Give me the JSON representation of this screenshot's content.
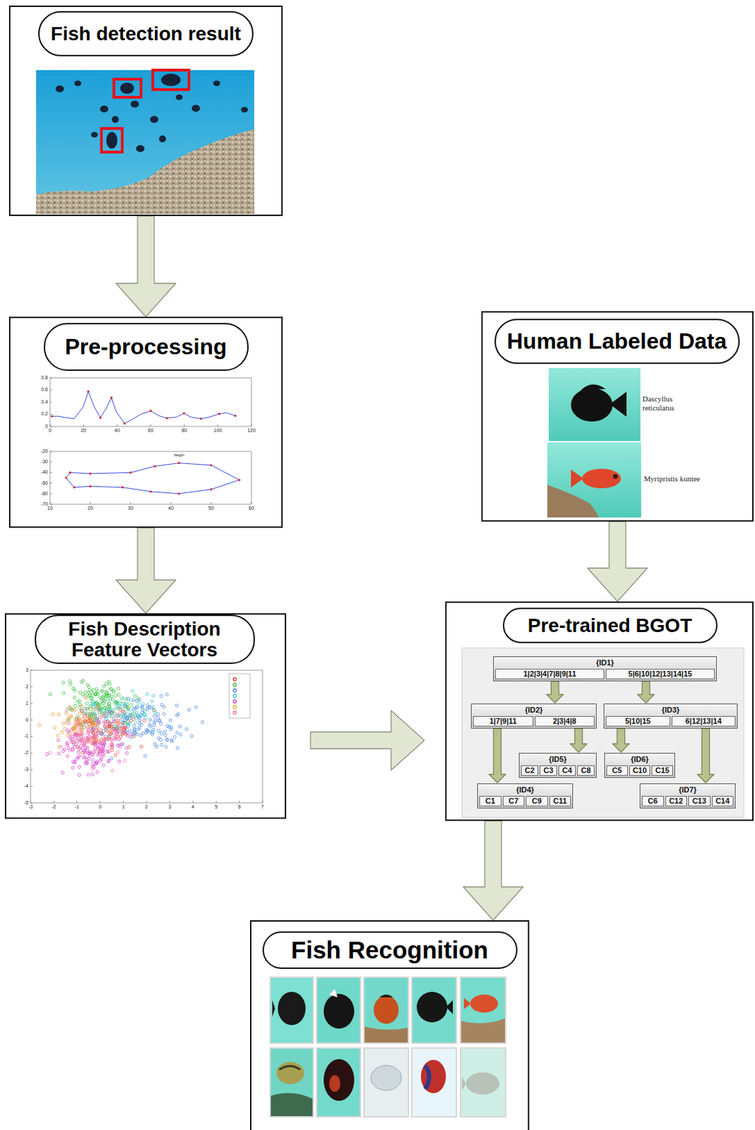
{
  "diagram": {
    "nodes": [
      {
        "text": [
          "Fish detection result"
        ]
      },
      {
        "text": [
          "Pre-processing"
        ]
      },
      {
        "text": [
          "Human Labeled Data"
        ]
      },
      {
        "text": [
          "Fish Description Feature Vectors"
        ]
      },
      {
        "text": [
          "Pre-trained BGOT"
        ]
      },
      {
        "text": [
          "{ID1}",
          "1|2|3|4|7|8|9|11",
          "5|6|10|12|13|14|15"
        ],
        "in": 4
      },
      {
        "text": [
          "{ID2}",
          "1|7|9|11",
          "2|3|4|8"
        ],
        "in": 4
      },
      {
        "text": [
          "{ID3}",
          "5|10|15",
          "6|12|13|14"
        ],
        "in": 4
      },
      {
        "text": [
          "{ID5}",
          "C2",
          "C3",
          "C4",
          "C8"
        ],
        "in": 4
      },
      {
        "text": [
          "{ID6}",
          "C5",
          "C10",
          "C15"
        ],
        "in": 4
      },
      {
        "text": [
          "{ID4}",
          "C1",
          "C7",
          "C9",
          "C11"
        ],
        "in": 4
      },
      {
        "text": [
          "{ID7}",
          "C6",
          "C12",
          "C13",
          "C14"
        ],
        "in": 4
      },
      {
        "text": [
          "Fish Recognition"
        ]
      }
    ],
    "edges": [
      {
        "from": 0,
        "to": 1,
        "arrow": "to"
      },
      {
        "from": 1,
        "to": 3,
        "arrow": "to"
      },
      {
        "from": 3,
        "to": 4,
        "arrow": "to"
      },
      {
        "from": 2,
        "to": 4,
        "arrow": "to"
      },
      {
        "from": 5,
        "to": 6,
        "arrow": "to"
      },
      {
        "from": 5,
        "to": 7,
        "arrow": "to"
      },
      {
        "from": 6,
        "to": 10,
        "arrow": "to"
      },
      {
        "from": 6,
        "to": 8,
        "arrow": "to"
      },
      {
        "from": 7,
        "to": 9,
        "arrow": "to"
      },
      {
        "from": 7,
        "to": 11,
        "arrow": "to"
      },
      {
        "from": 4,
        "to": 12,
        "arrow": "to"
      }
    ],
    "labels": [
      "Dascyllus reticulatus",
      "Myripristis kuntee",
      "begin",
      "0",
      "20",
      "40",
      "60",
      "80",
      "100",
      "120",
      "0",
      "0.2",
      "0.4",
      "0.6",
      "0.8",
      "10",
      "20",
      "30",
      "40",
      "50",
      "60",
      "-20",
      "-30",
      "-40",
      "-50",
      "-60",
      "-70",
      "-3",
      "-2",
      "-1",
      "0",
      "1",
      "2",
      "3",
      "4",
      "5",
      "6",
      "7",
      "3",
      "2",
      "1",
      "0",
      "-1",
      "-2",
      "-3",
      "-4",
      "-5"
    ]
  }
}
